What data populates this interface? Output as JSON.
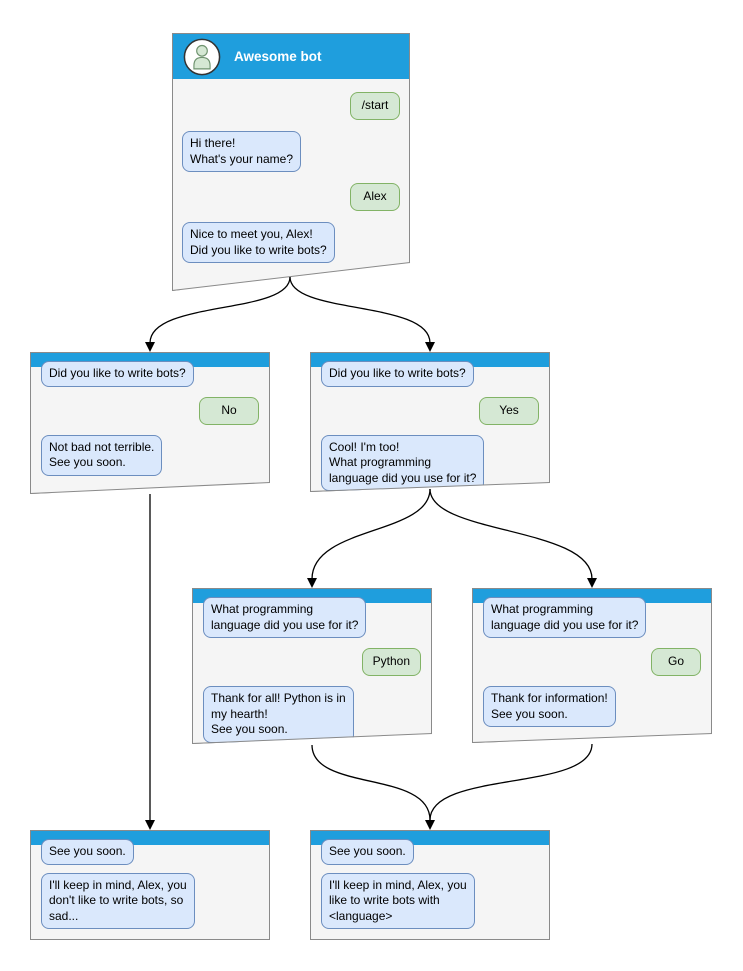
{
  "diagram": {
    "type": "chat-bot-conversation-flowchart",
    "colors": {
      "header_blue": "#1f9edd",
      "window_bg": "#f5f5f5",
      "window_border": "#8a8a8a",
      "bot_bubble_bg": "#dae8fc",
      "bot_bubble_border": "#6c8ebf",
      "user_bubble_bg": "#d5e8d4",
      "user_bubble_border": "#82b366",
      "connector": "#000000"
    }
  },
  "main_window": {
    "title": "Awesome bot",
    "avatar_icon": "person-avatar-icon",
    "messages": {
      "start_command": "/start",
      "greeting": "Hi there!\nWhat's your name?",
      "user_name": "Alex",
      "bot_question": "Nice to meet you, Alex!\nDid you like to write bots?"
    }
  },
  "branch_no": {
    "messages": {
      "question": "Did you like to write bots?",
      "answer": "No",
      "reply": "Not bad not terrible.\nSee you soon."
    }
  },
  "branch_yes": {
    "messages": {
      "question": "Did you like to write bots?",
      "answer": "Yes",
      "reply": "Cool! I'm too!\nWhat programming\nlanguage did you use for it?"
    }
  },
  "branch_python": {
    "messages": {
      "question": "What programming\nlanguage did you use for it?",
      "answer": "Python",
      "reply": "Thank for all! Python is in\nmy hearth!\nSee you soon."
    }
  },
  "branch_go": {
    "messages": {
      "question": "What programming\nlanguage did you use for it?",
      "answer": "Go",
      "reply": "Thank for information!\nSee you soon."
    }
  },
  "end_no": {
    "messages": {
      "farewell": "See you soon.",
      "summary": "I'll keep in mind, Alex, you\ndon't like to write bots, so\nsad..."
    }
  },
  "end_yes": {
    "messages": {
      "farewell": "See you soon.",
      "summary": "I'll keep in mind, Alex, you\nlike to write bots with\n<language>"
    }
  }
}
